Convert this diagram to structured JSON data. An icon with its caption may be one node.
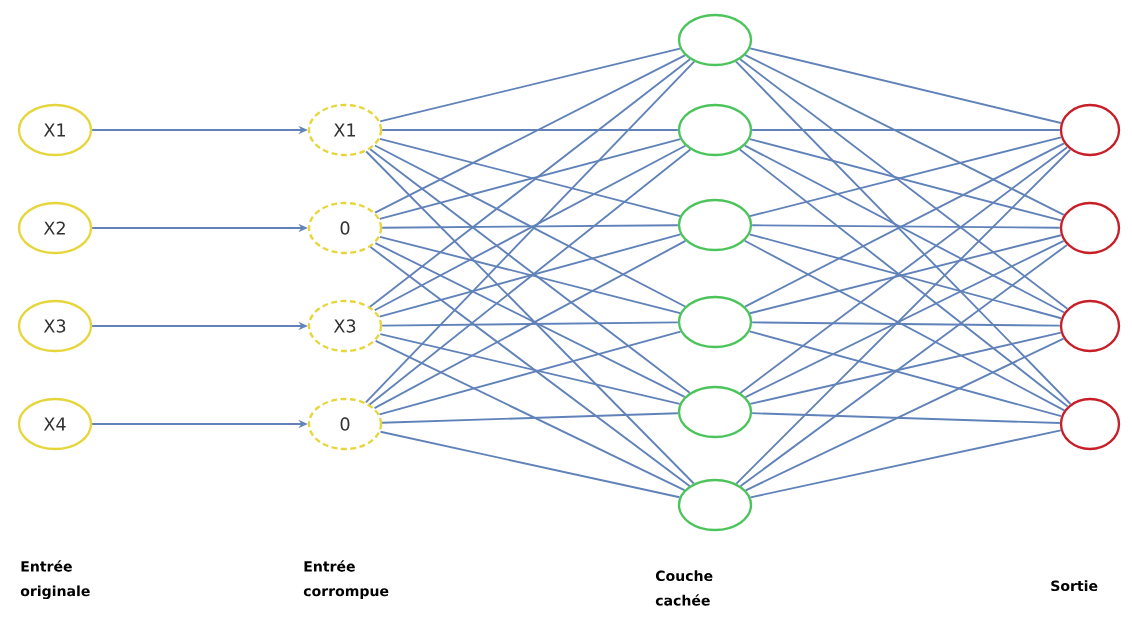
{
  "diagram": {
    "nodes": [
      {
        "text": [
          "X1"
        ]
      },
      {
        "text": [
          "X2"
        ]
      },
      {
        "text": [
          "X3"
        ]
      },
      {
        "text": [
          "X4"
        ]
      },
      {
        "text": [
          "X1"
        ]
      },
      {
        "text": [
          "0"
        ]
      },
      {
        "text": [
          "X3"
        ]
      },
      {
        "text": [
          "0"
        ]
      },
      {
        "text": [],
        "shape": "circle"
      },
      {
        "text": [],
        "shape": "circle"
      },
      {
        "text": [],
        "shape": "circle"
      },
      {
        "text": [],
        "shape": "circle"
      },
      {
        "text": [],
        "shape": "circle"
      },
      {
        "text": [],
        "shape": "circle"
      },
      {
        "text": [],
        "shape": "circle"
      },
      {
        "text": [],
        "shape": "circle"
      },
      {
        "text": [],
        "shape": "circle"
      },
      {
        "text": [],
        "shape": "circle"
      }
    ],
    "edges": [
      {
        "from": 0,
        "to": 4,
        "arrow": "to"
      },
      {
        "from": 1,
        "to": 5,
        "arrow": "to"
      },
      {
        "from": 2,
        "to": 6,
        "arrow": "to"
      },
      {
        "from": 3,
        "to": 7,
        "arrow": "to"
      },
      {
        "from": 4,
        "to": 8,
        "arrow": "none"
      },
      {
        "from": 4,
        "to": 9,
        "arrow": "none"
      },
      {
        "from": 4,
        "to": 10,
        "arrow": "none"
      },
      {
        "from": 4,
        "to": 11,
        "arrow": "none"
      },
      {
        "from": 4,
        "to": 12,
        "arrow": "none"
      },
      {
        "from": 4,
        "to": 13,
        "arrow": "none"
      },
      {
        "from": 5,
        "to": 8,
        "arrow": "none"
      },
      {
        "from": 5,
        "to": 9,
        "arrow": "none"
      },
      {
        "from": 5,
        "to": 10,
        "arrow": "none"
      },
      {
        "from": 5,
        "to": 11,
        "arrow": "none"
      },
      {
        "from": 5,
        "to": 12,
        "arrow": "none"
      },
      {
        "from": 5,
        "to": 13,
        "arrow": "none"
      },
      {
        "from": 6,
        "to": 8,
        "arrow": "none"
      },
      {
        "from": 6,
        "to": 9,
        "arrow": "none"
      },
      {
        "from": 6,
        "to": 10,
        "arrow": "none"
      },
      {
        "from": 6,
        "to": 11,
        "arrow": "none"
      },
      {
        "from": 6,
        "to": 12,
        "arrow": "none"
      },
      {
        "from": 6,
        "to": 13,
        "arrow": "none"
      },
      {
        "from": 7,
        "to": 8,
        "arrow": "none"
      },
      {
        "from": 7,
        "to": 9,
        "arrow": "none"
      },
      {
        "from": 7,
        "to": 10,
        "arrow": "none"
      },
      {
        "from": 7,
        "to": 11,
        "arrow": "none"
      },
      {
        "from": 7,
        "to": 12,
        "arrow": "none"
      },
      {
        "from": 7,
        "to": 13,
        "arrow": "none"
      },
      {
        "from": 8,
        "to": 14,
        "arrow": "none"
      },
      {
        "from": 8,
        "to": 15,
        "arrow": "none"
      },
      {
        "from": 8,
        "to": 16,
        "arrow": "none"
      },
      {
        "from": 8,
        "to": 17,
        "arrow": "none"
      },
      {
        "from": 9,
        "to": 14,
        "arrow": "none"
      },
      {
        "from": 9,
        "to": 15,
        "arrow": "none"
      },
      {
        "from": 9,
        "to": 16,
        "arrow": "none"
      },
      {
        "from": 9,
        "to": 17,
        "arrow": "none"
      },
      {
        "from": 10,
        "to": 14,
        "arrow": "none"
      },
      {
        "from": 10,
        "to": 15,
        "arrow": "none"
      },
      {
        "from": 10,
        "to": 16,
        "arrow": "none"
      },
      {
        "from": 10,
        "to": 17,
        "arrow": "none"
      },
      {
        "from": 11,
        "to": 14,
        "arrow": "none"
      },
      {
        "from": 11,
        "to": 15,
        "arrow": "none"
      },
      {
        "from": 11,
        "to": 16,
        "arrow": "none"
      },
      {
        "from": 11,
        "to": 17,
        "arrow": "none"
      },
      {
        "from": 12,
        "to": 14,
        "arrow": "none"
      },
      {
        "from": 12,
        "to": 15,
        "arrow": "none"
      },
      {
        "from": 12,
        "to": 16,
        "arrow": "none"
      },
      {
        "from": 12,
        "to": 17,
        "arrow": "none"
      },
      {
        "from": 13,
        "to": 14,
        "arrow": "none"
      },
      {
        "from": 13,
        "to": 15,
        "arrow": "none"
      },
      {
        "from": 13,
        "to": 16,
        "arrow": "none"
      },
      {
        "from": 13,
        "to": 17,
        "arrow": "none"
      }
    ],
    "labels": [
      "Entrée originale",
      "Entrée corrompue",
      "Couche cachée",
      "Sortie"
    ]
  }
}
